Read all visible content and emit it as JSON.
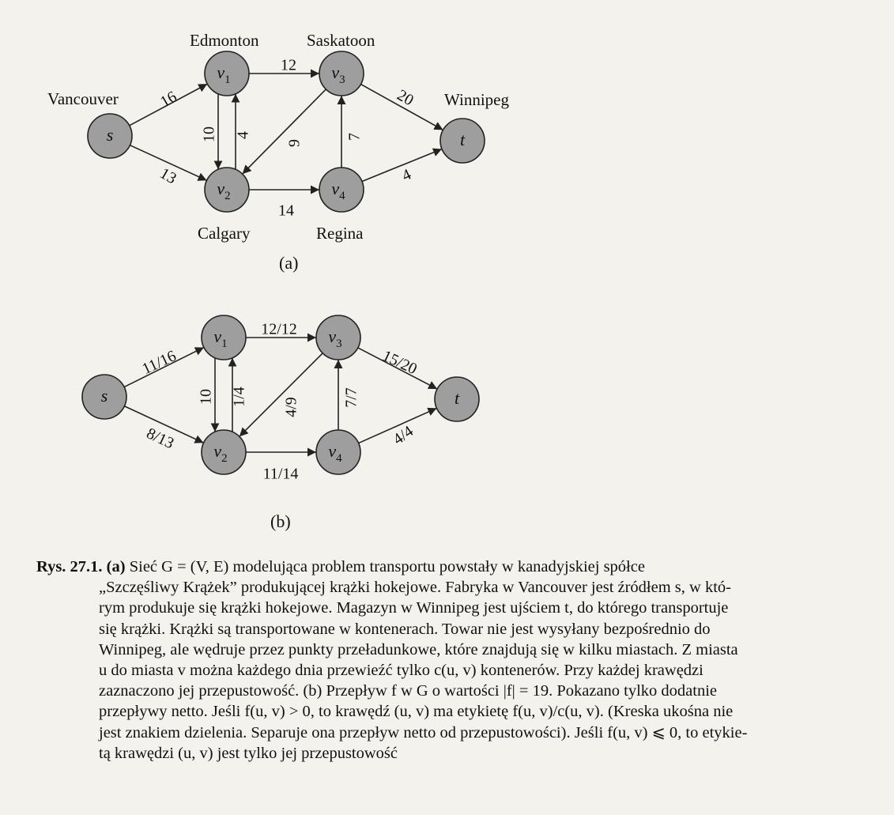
{
  "diagram_a": {
    "label": "(a)",
    "cities": {
      "s": "Vancouver",
      "v1": "Edmonton",
      "v2": "Calgary",
      "v3": "Saskatoon",
      "v4": "Regina",
      "t": "Winnipeg"
    },
    "nodes": [
      {
        "id": "s",
        "name": "s",
        "sub": ""
      },
      {
        "id": "v1",
        "name": "v",
        "sub": "1"
      },
      {
        "id": "v2",
        "name": "v",
        "sub": "2"
      },
      {
        "id": "v3",
        "name": "v",
        "sub": "3"
      },
      {
        "id": "v4",
        "name": "v",
        "sub": "4"
      },
      {
        "id": "t",
        "name": "t",
        "sub": ""
      }
    ],
    "edges": [
      {
        "from": "s",
        "to": "v1",
        "label": "16"
      },
      {
        "from": "s",
        "to": "v2",
        "label": "13"
      },
      {
        "from": "v1",
        "to": "v3",
        "label": "12"
      },
      {
        "from": "v1",
        "to": "v2",
        "label": "10"
      },
      {
        "from": "v2",
        "to": "v1",
        "label": "4"
      },
      {
        "from": "v3",
        "to": "v2",
        "label": "9"
      },
      {
        "from": "v2",
        "to": "v4",
        "label": "14"
      },
      {
        "from": "v4",
        "to": "v3",
        "label": "7"
      },
      {
        "from": "v3",
        "to": "t",
        "label": "20"
      },
      {
        "from": "v4",
        "to": "t",
        "label": "4"
      }
    ]
  },
  "diagram_b": {
    "label": "(b)",
    "nodes": [
      {
        "id": "s",
        "name": "s",
        "sub": ""
      },
      {
        "id": "v1",
        "name": "v",
        "sub": "1"
      },
      {
        "id": "v2",
        "name": "v",
        "sub": "2"
      },
      {
        "id": "v3",
        "name": "v",
        "sub": "3"
      },
      {
        "id": "v4",
        "name": "v",
        "sub": "4"
      },
      {
        "id": "t",
        "name": "t",
        "sub": ""
      }
    ],
    "edges": [
      {
        "from": "s",
        "to": "v1",
        "label": "11/16"
      },
      {
        "from": "s",
        "to": "v2",
        "label": "8/13"
      },
      {
        "from": "v1",
        "to": "v3",
        "label": "12/12"
      },
      {
        "from": "v1",
        "to": "v2",
        "label": "10"
      },
      {
        "from": "v2",
        "to": "v1",
        "label": "1/4"
      },
      {
        "from": "v3",
        "to": "v2",
        "label": "4/9"
      },
      {
        "from": "v2",
        "to": "v4",
        "label": "11/14"
      },
      {
        "from": "v4",
        "to": "v3",
        "label": "7/7"
      },
      {
        "from": "v3",
        "to": "t",
        "label": "15/20"
      },
      {
        "from": "v4",
        "to": "t",
        "label": "4/4"
      }
    ]
  },
  "caption": {
    "lines": [
      [
        "Rys. 27.1. (a)",
        " Sieć G = (V, E) modelująca problem transportu powstały w kanadyjskiej spółce"
      ],
      [
        "",
        "„Szczęśliwy Krążek” produkującej krążki hokejowe. Fabryka w Vancouver jest źródłem s, w któ-"
      ],
      [
        "",
        "rym produkuje się krążki hokejowe. Magazyn w Winnipeg jest ujściem t, do którego transportuje"
      ],
      [
        "",
        "się krążki. Krążki są transportowane w kontenerach. Towar nie jest wysyłany bezpośrednio do"
      ],
      [
        "",
        "Winnipeg, ale wędruje przez punkty przeładunkowe, które znajdują się w kilku miastach. Z miasta"
      ],
      [
        "",
        "u do miasta v można każdego dnia przewieźć tylko c(u, v) kontenerów. Przy każdej krawędzi"
      ],
      [
        "",
        "zaznaczono jej przepustowość. (b) Przepływ f w G o wartości |f| = 19. Pokazano tylko dodatnie"
      ],
      [
        "",
        "przepływy netto. Jeśli f(u, v) > 0, to krawędź (u, v) ma etykietę f(u, v)/c(u, v). (Kreska ukośna nie"
      ],
      [
        "",
        "jest znakiem dzielenia. Separuje ona przepływ netto od przepustowości). Jeśli f(u, v) ⩽ 0, to etykie-"
      ],
      [
        "",
        "tą krawędzi (u, v) jest tylko jej przepustowość"
      ]
    ]
  },
  "colors": {
    "background": "#f4f2ec",
    "node_fill": "#9e9e9e",
    "ink": "#111111"
  }
}
